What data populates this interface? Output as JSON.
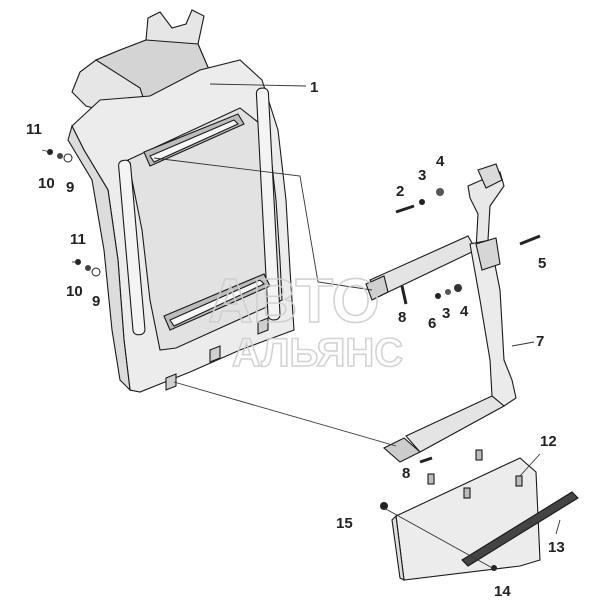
{
  "diagram": {
    "watermark": {
      "line1": "АВТО",
      "line2": "АЛЬЯНС"
    },
    "callouts": [
      {
        "id": "c1",
        "text": "1"
      },
      {
        "id": "c2",
        "text": "2"
      },
      {
        "id": "c3a",
        "text": "3"
      },
      {
        "id": "c4a",
        "text": "4"
      },
      {
        "id": "c5",
        "text": "5"
      },
      {
        "id": "c3b",
        "text": "3"
      },
      {
        "id": "c4b",
        "text": "4"
      },
      {
        "id": "c6",
        "text": "6"
      },
      {
        "id": "c7",
        "text": "7"
      },
      {
        "id": "c8a",
        "text": "8"
      },
      {
        "id": "c8b",
        "text": "8"
      },
      {
        "id": "c9a",
        "text": "9"
      },
      {
        "id": "c9b",
        "text": "9"
      },
      {
        "id": "c10a",
        "text": "10"
      },
      {
        "id": "c10b",
        "text": "10"
      },
      {
        "id": "c11a",
        "text": "11"
      },
      {
        "id": "c11b",
        "text": "11"
      },
      {
        "id": "c12",
        "text": "12"
      },
      {
        "id": "c13",
        "text": "13"
      },
      {
        "id": "c14",
        "text": "14"
      },
      {
        "id": "c15",
        "text": "15"
      }
    ]
  }
}
